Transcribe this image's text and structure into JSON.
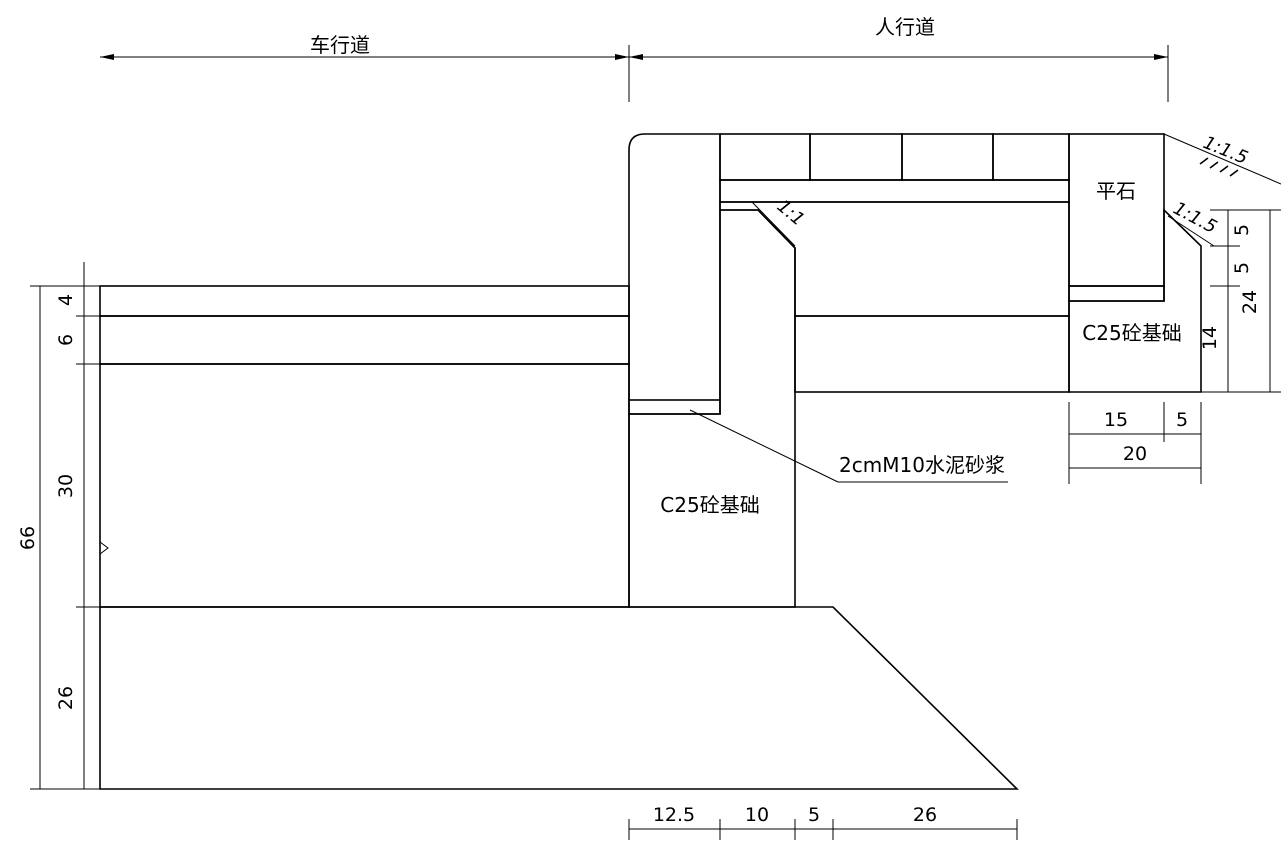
{
  "labels": {
    "roadway": "车行道",
    "sidewalk": "人行道",
    "flat_stone": "平石",
    "base_curb": "C25砼基础",
    "base_flat": "C25砼基础",
    "mortar": "2cmM10水泥砂浆",
    "slope_top": "1:1.5",
    "slope_mid": "1:1.5",
    "slope_curb": "1:1"
  },
  "dimensions": {
    "left": {
      "d4": "4",
      "d6": "6",
      "d30": "30",
      "d26": "26",
      "d66": "66"
    },
    "right": {
      "d5a": "5",
      "d5b": "5",
      "d14": "14",
      "d24": "24"
    },
    "flatstone_width": {
      "d15": "15",
      "d5": "5",
      "d20": "20"
    },
    "bottom": {
      "d12_5": "12.5",
      "d10": "10",
      "d5": "5",
      "d26": "26"
    }
  }
}
